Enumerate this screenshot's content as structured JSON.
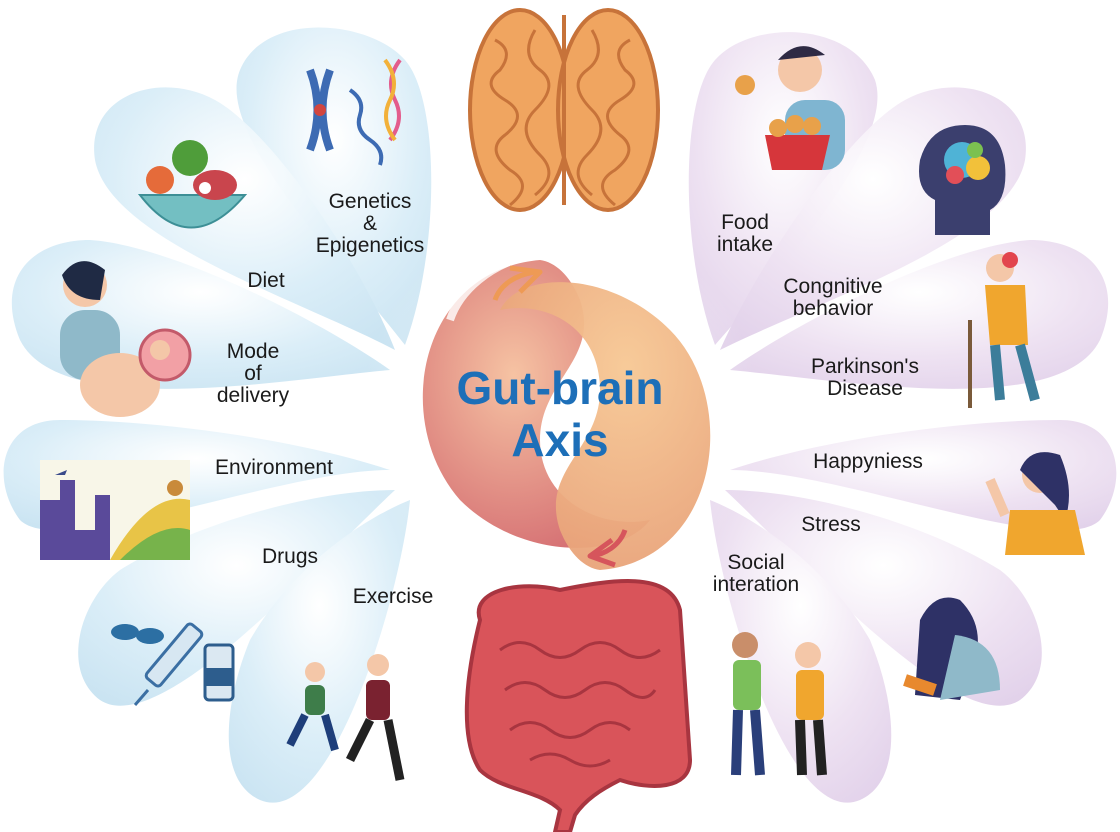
{
  "title": {
    "line1": "Gut-brain",
    "line2": "Axis"
  },
  "left_factors": [
    {
      "label": "Genetics\n&\nEpigenetics",
      "icon": "dna-chromosome-icon"
    },
    {
      "label": "Diet",
      "icon": "food-bowl-icon"
    },
    {
      "label": "Mode\nof\ndelivery",
      "icon": "pregnant-woman-icon"
    },
    {
      "label": "Environment",
      "icon": "city-farm-landscape-icon"
    },
    {
      "label": "Drugs",
      "icon": "syringe-vial-pills-icon"
    },
    {
      "label": "Exercise",
      "icon": "runners-icon"
    }
  ],
  "right_outcomes": [
    {
      "label": "Food\nintake",
      "icon": "man-eating-chicken-icon"
    },
    {
      "label": "Congnitive\nbehavior",
      "icon": "head-brain-icon"
    },
    {
      "label": "Parkinson's\nDisease",
      "icon": "elderly-person-cane-icon"
    },
    {
      "label": "Happyniess",
      "icon": "happy-woman-icon"
    },
    {
      "label": "Stress",
      "icon": "stressed-person-icon"
    },
    {
      "label": "Social\ninteration",
      "icon": "two-people-talking-icon"
    }
  ],
  "organs": {
    "top": "brain-icon",
    "bottom": "intestine-icon"
  },
  "colors": {
    "left_petal": "#cfe6f3",
    "right_petal": "#e6d6ec",
    "title": "#1d6fb8",
    "swirl_red": "#d9787a",
    "swirl_peach": "#f2b98a",
    "brain": "#f0a560",
    "intestine": "#d9545a"
  }
}
